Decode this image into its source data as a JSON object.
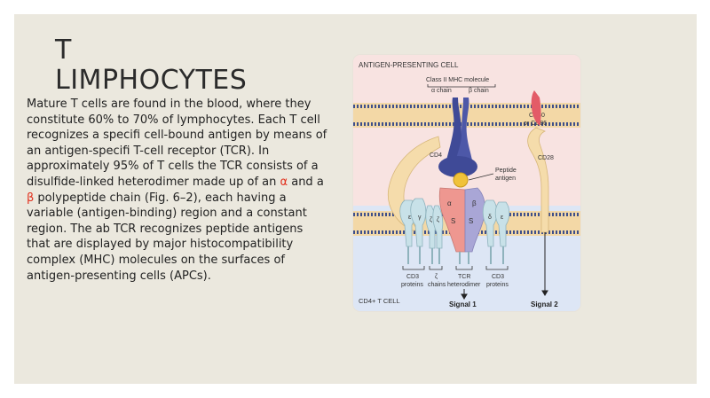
{
  "slide": {
    "title_line1": "T",
    "title_line2": "LIMPHOCYTES",
    "body": {
      "part1": "Mature T cells are found in the blood, where they constitute 60% to 70% of lymphocytes. Each T cell recognizes a specifi cell-bound antigen by means of an antigen-specifi T-cell receptor (TCR). In approximately 95% of T cells the TCR consists of a disulfide-linked heterodimer made up of an ",
      "alpha": "α",
      "and": " and a ",
      "beta": "β",
      "part2": " polypeptide chain (Fig. 6–2), each having a variable (antigen-binding) region and a constant region. The ab TCR recognizes peptide antigens that are displayed by major histocompatibility complex (MHC) molecules on the surfaces of antigen-presenting cells (APCs)."
    }
  },
  "figure": {
    "apc_label": "ANTIGEN-PRESENTING CELL",
    "mhc_label": "Class II MHC molecule",
    "alpha_chain": "α chain",
    "beta_chain": "β chain",
    "cd80_line1": "CD80",
    "cd80_line2": "or CD86",
    "cd4": "CD4",
    "cd28": "CD28",
    "peptide_line1": "Peptide",
    "peptide_line2": "antigen",
    "tcr_alpha": "α",
    "tcr_beta": "β",
    "s1": "S",
    "s2": "S",
    "gamma": "γ",
    "epsilon_left": "ε",
    "zeta_left": "ζ",
    "zeta_right": "ζ",
    "delta": "δ",
    "epsilon_right": "ε",
    "cd3_left_line1": "CD3",
    "cd3_left_line2": "proteins",
    "zeta_chains_line1": "ζ",
    "zeta_chains_line2": "chains",
    "tcr_line1": "TCR",
    "tcr_line2": "heterodimer",
    "cd3_right_line1": "CD3",
    "cd3_right_line2": "proteins",
    "t_cell_label": "CD4+ T CELL",
    "signal1": "Signal 1",
    "signal2": "Signal 2",
    "colors": {
      "apc_bg": "#f8e3e1",
      "tcell_bg": "#dde6f5",
      "mhc": "#3f4a97",
      "peptide": "#f0c23a",
      "tcr_alpha": "#ee9790",
      "tcr_beta": "#a9a6d6",
      "cd4": "#f5dcab",
      "cd3": "#c8e1e8",
      "cd80": "#e35b67"
    }
  }
}
